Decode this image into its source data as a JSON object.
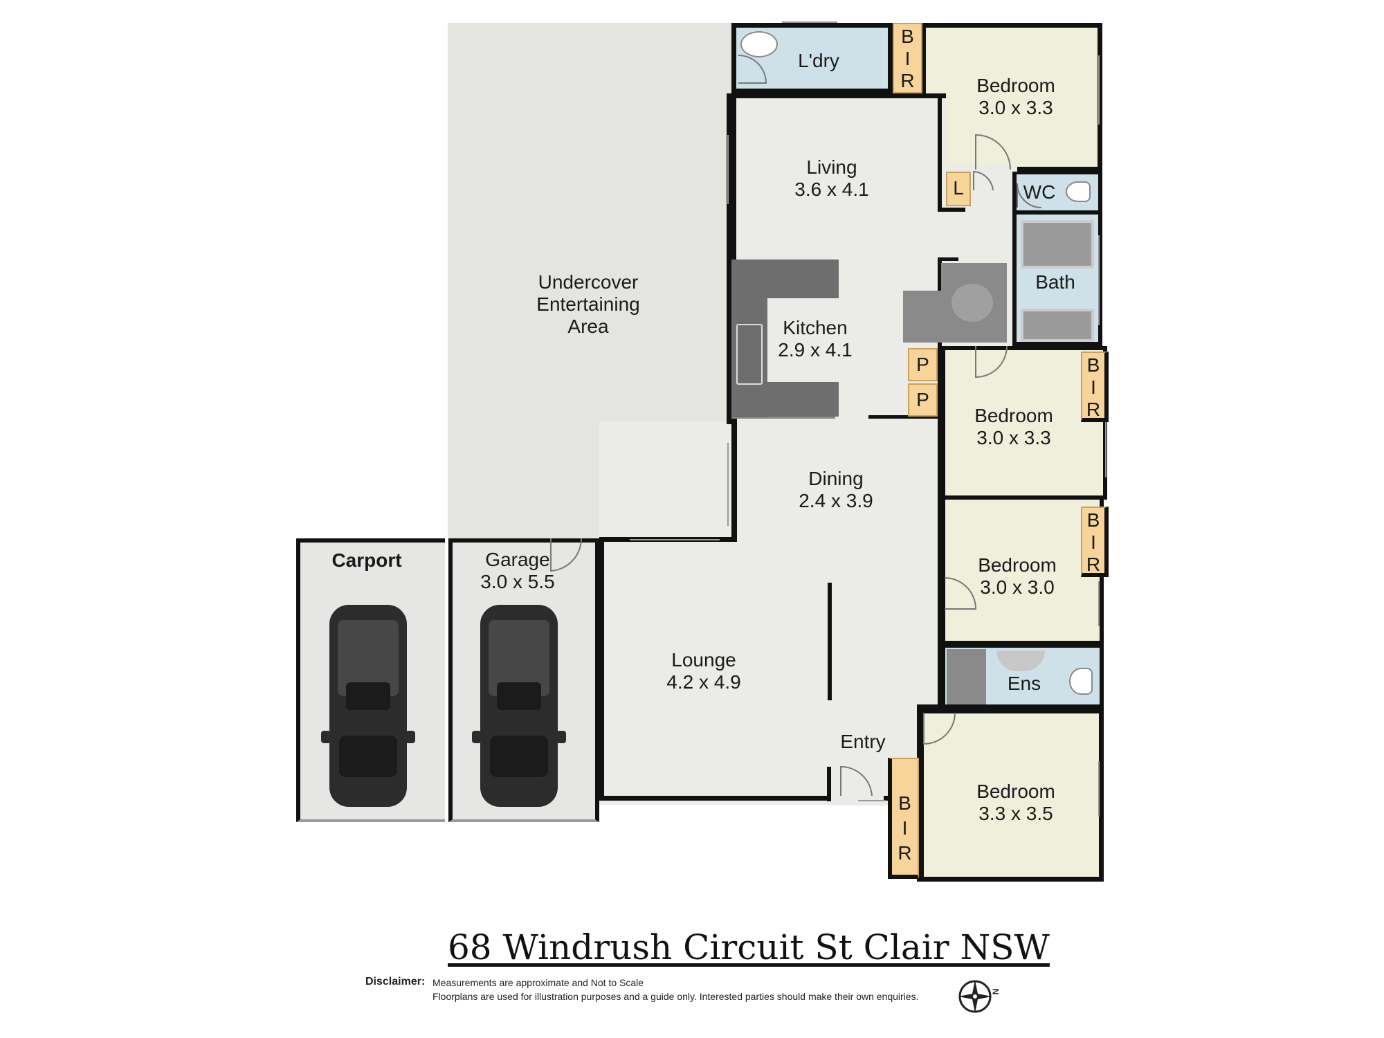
{
  "rooms": {
    "undercover": {
      "name": "Undercover\nEntertaining\nArea"
    },
    "laundry": {
      "name": "L'dry"
    },
    "bed1": {
      "name": "Bedroom",
      "dims": "3.0 x 3.3"
    },
    "living": {
      "name": "Living",
      "dims": "3.6 x 4.1"
    },
    "linen": {
      "name": "L"
    },
    "wc": {
      "name": "WC"
    },
    "bath": {
      "name": "Bath"
    },
    "kitchen": {
      "name": "Kitchen",
      "dims": "2.9 x 4.1"
    },
    "pantry1": {
      "name": "P"
    },
    "pantry2": {
      "name": "P"
    },
    "bed2": {
      "name": "Bedroom",
      "dims": "3.0 x 3.3"
    },
    "dining": {
      "name": "Dining",
      "dims": "2.4 x 3.9"
    },
    "bed3": {
      "name": "Bedroom",
      "dims": "3.0 x 3.0"
    },
    "carport": {
      "name": "Carport"
    },
    "garage": {
      "name": "Garage",
      "dims": "3.0 x 5.5"
    },
    "lounge": {
      "name": "Lounge",
      "dims": "4.2 x 4.9"
    },
    "ensuite": {
      "name": "Ens"
    },
    "entry": {
      "name": "Entry"
    },
    "bed4": {
      "name": "Bedroom",
      "dims": "3.3 x 3.5"
    }
  },
  "bir": {
    "b": "B",
    "i": "I",
    "r": "R"
  },
  "title": "68 Windrush Circuit St Clair  NSW",
  "disclaimer": {
    "heading": "Disclaimer:",
    "line1": "Measurements are approximate and Not to Scale",
    "line2": "Floorplans are used for illustration purposes and a guide only.   Interested parties should make their own enquiries."
  },
  "compass_letter": "N",
  "colors": {
    "floor": "#ebebe8",
    "outdoor": "#e4e5e1",
    "bedroom": "#efefdc",
    "wet": "#cfe1e8",
    "storage": "#f7d59a",
    "bench": "#6e6e6e"
  }
}
